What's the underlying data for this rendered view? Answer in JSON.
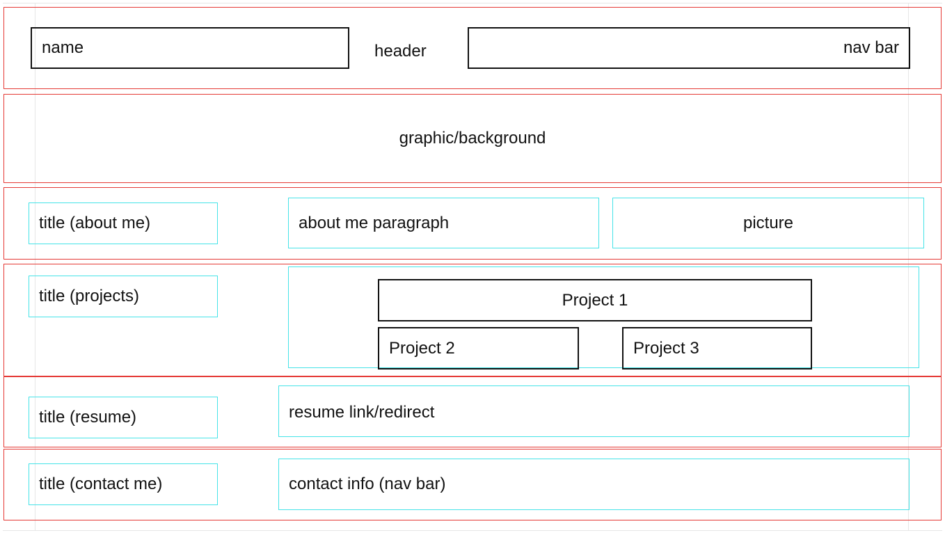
{
  "labels": {
    "name": "name",
    "header": "header",
    "nav_bar": "nav bar",
    "graphic_background": "graphic/background",
    "title_about_me": "title (about me)",
    "about_me_paragraph": "about me paragraph",
    "picture": "picture",
    "title_projects": "title (projects)",
    "project_1": "Project 1",
    "project_2": "Project 2",
    "project_3": "Project 3",
    "title_resume": "title (resume)",
    "resume_link": "resume link/redirect",
    "title_contact_me": "title (contact me)",
    "contact_info": "contact info (nav bar)"
  },
  "colors": {
    "section_border": "#e53935",
    "block_border": "#45e3e8",
    "element_border": "#111111"
  }
}
